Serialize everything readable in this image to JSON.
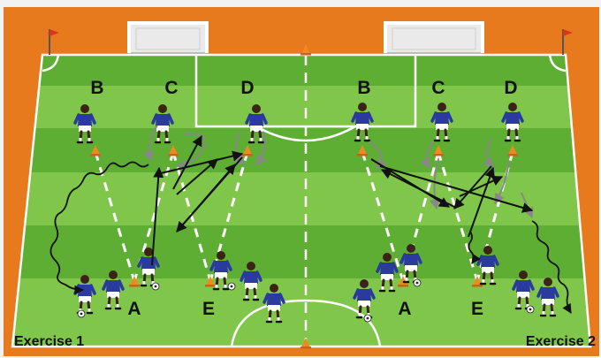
{
  "frame": {
    "border_color": "#e87a1e",
    "pitch_light": "#7fc64a",
    "pitch_dark": "#5fae34",
    "line_color": "#ffffff"
  },
  "labels": {
    "left": {
      "b": "B",
      "c": "C",
      "d": "D",
      "a": "A",
      "e": "E"
    },
    "right": {
      "b": "B",
      "c": "C",
      "d": "D",
      "a": "A",
      "e": "E"
    }
  },
  "captions": {
    "left": "Exercise 1",
    "right": "Exercise 2"
  },
  "player_colors": {
    "shirt": "#2a3a9e",
    "shorts": "#ffffff",
    "skin": "#3b2416"
  },
  "arrow_colors": {
    "pass": "#111111",
    "run": "#808080"
  },
  "icons": [
    "corner-flag-icon",
    "goal-icon",
    "cone-icon",
    "player-icon",
    "ball-icon"
  ]
}
